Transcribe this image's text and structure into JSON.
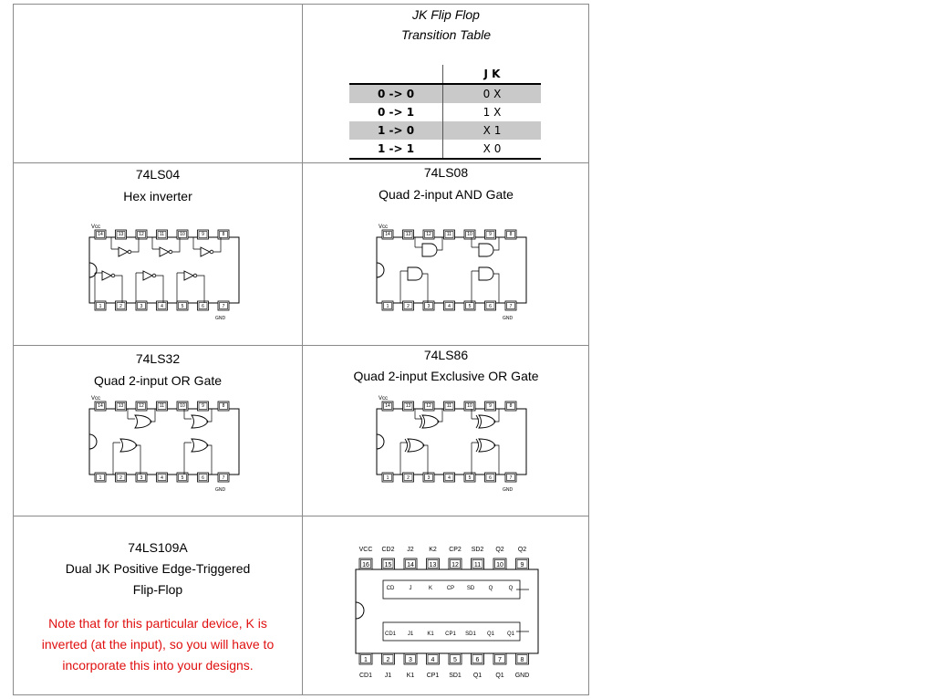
{
  "jk": {
    "title": "JK Flip Flop",
    "subtitle": "Transition Table",
    "header_right": "J K",
    "rows": [
      {
        "t": "0 -> 0",
        "jk": "0 X"
      },
      {
        "t": "0 -> 1",
        "jk": "1 X"
      },
      {
        "t": "1 -> 0",
        "jk": "X 1"
      },
      {
        "t": "1 -> 1",
        "jk": "X 0"
      }
    ]
  },
  "chips": {
    "ls04": {
      "part": "74LS04",
      "desc": "Hex inverter"
    },
    "ls08": {
      "part": "74LS08",
      "desc": "Quad 2-input AND Gate"
    },
    "ls32": {
      "part": "74LS32",
      "desc": "Quad 2-input OR Gate"
    },
    "ls86": {
      "part": "74LS86",
      "desc": "Quad 2-input Exclusive OR Gate"
    },
    "ls109": {
      "part": "74LS109A",
      "desc1": "Dual JK Positive Edge-Triggered",
      "desc2": "Flip-Flop",
      "note": [
        "Note that for this particular device, K is",
        "inverted (at the input), so you will have to",
        "incorporate this into your designs."
      ]
    }
  },
  "pins": {
    "vcc": "Vcc",
    "gnd": "GND",
    "top": [
      "14",
      "13",
      "12",
      "11",
      "10",
      "9",
      "8"
    ],
    "bottom": [
      "1",
      "2",
      "3",
      "4",
      "5",
      "6",
      "7"
    ],
    "top16": [
      "16",
      "15",
      "14",
      "13",
      "12",
      "11",
      "10",
      "9"
    ],
    "bottom8": [
      "1",
      "2",
      "3",
      "4",
      "5",
      "6",
      "7",
      "8"
    ],
    "ff_top_labels": [
      "VCC",
      "CD2",
      "J2",
      "K2",
      "CP2",
      "SD2",
      "Q2",
      "Q2"
    ],
    "ff_bottom_labels": [
      "CD1",
      "J1",
      "K1",
      "CP1",
      "SD1",
      "Q1",
      "Q1",
      "GND"
    ],
    "ff_inner_top": [
      "CD",
      "J",
      "K",
      "CP",
      "SD",
      "Q",
      "Q"
    ],
    "ff_inner_bottom": [
      "CD1",
      "J1",
      "K1",
      "CP1",
      "SD1",
      "Q1",
      "Q1"
    ]
  },
  "colors": {
    "note_red": "#e01010",
    "table_shade": "#c9c9c9",
    "grid": "#8a8a8a"
  }
}
